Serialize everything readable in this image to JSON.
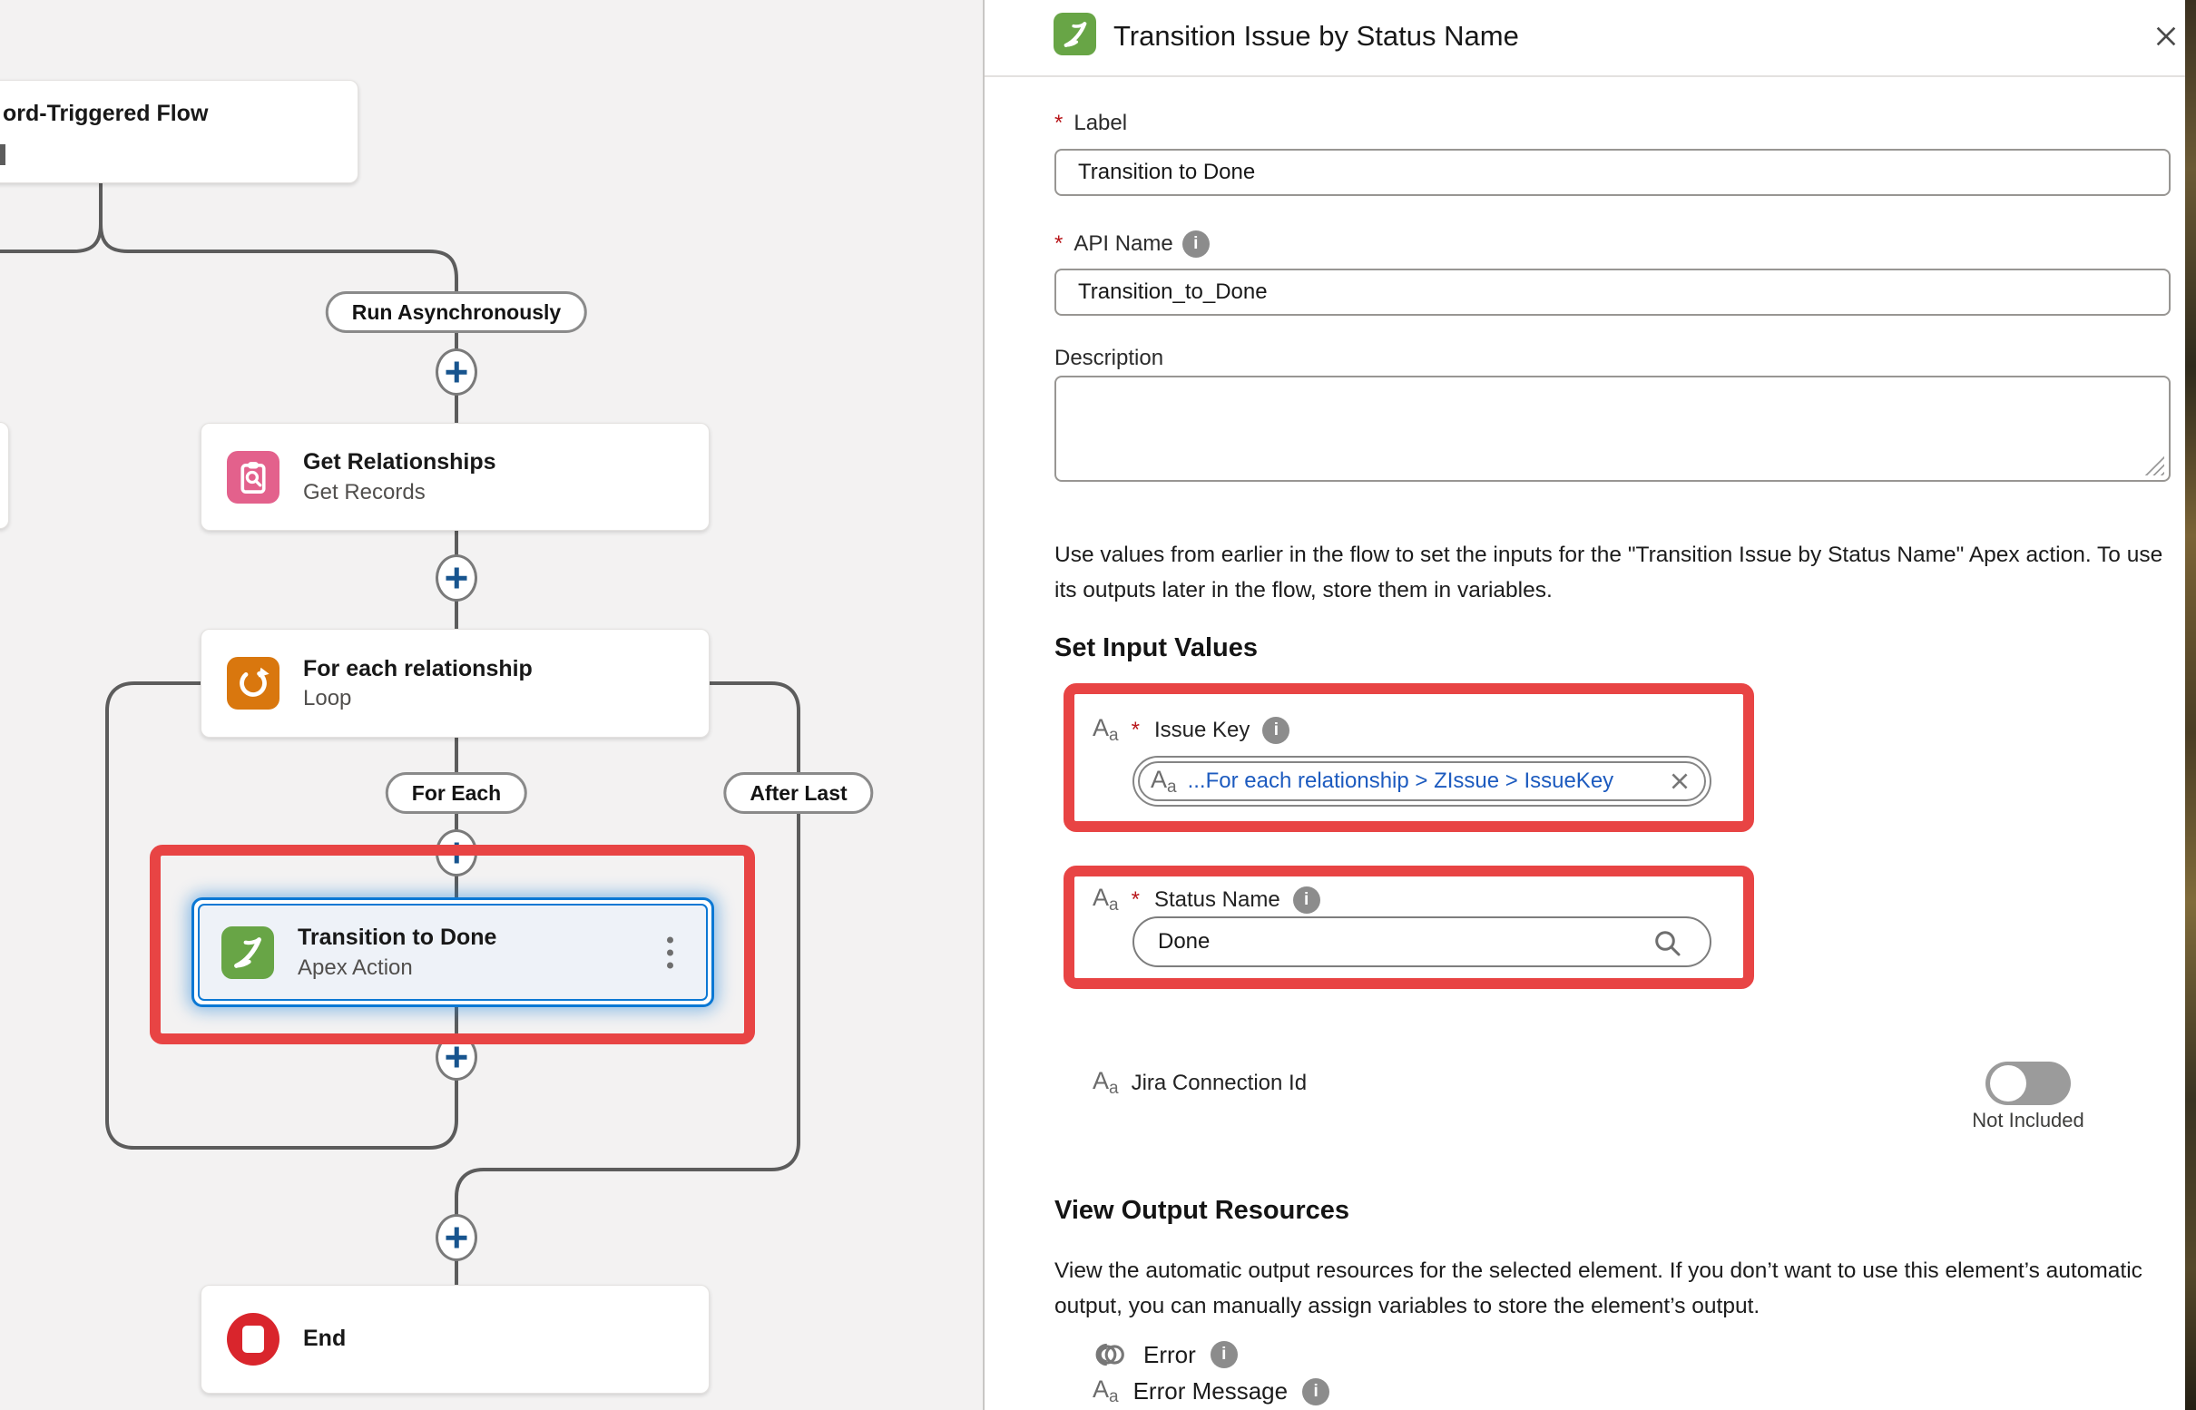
{
  "canvas": {
    "trigger_title": "ord-Triggered Flow",
    "badges": {
      "run_async": "Run Asynchronously",
      "for_each": "For Each",
      "after_last": "After Last"
    },
    "nodes": {
      "get_relationships": {
        "title": "Get Relationships",
        "subtitle": "Get Records"
      },
      "loop": {
        "title": "For each relationship",
        "subtitle": "Loop"
      },
      "apex": {
        "title": "Transition to Done",
        "subtitle": "Apex Action"
      },
      "end": {
        "title": "End"
      }
    }
  },
  "panel": {
    "title": "Transition Issue by Status Name",
    "required_marker": "*",
    "fields": {
      "label": {
        "label": "Label",
        "value": "Transition to Done"
      },
      "api_name": {
        "label": "API Name",
        "value": "Transition_to_Done"
      },
      "description": {
        "label": "Description",
        "value": ""
      }
    },
    "intro": "Use values from earlier in the flow to set the inputs for the \"Transition Issue by Status Name\" Apex action. To use its outputs later in the flow, store them in variables.",
    "set_input_values": {
      "heading": "Set Input Values",
      "issue_key": {
        "label": "Issue Key",
        "value": "...For each relationship > ZIssue > IssueKey"
      },
      "status_name": {
        "label": "Status Name",
        "value": "Done"
      },
      "jira_connection": {
        "label": "Jira Connection Id",
        "toggle_state": "Not Included"
      }
    },
    "output": {
      "heading": "View Output Resources",
      "description": "View the automatic output resources for the selected element. If you don’t want to use this element’s automatic output, you can manually assign variables to store the element’s output.",
      "rows": [
        {
          "label": "Error"
        },
        {
          "label": "Error Message"
        }
      ]
    }
  },
  "icons": {
    "type_A": "A",
    "type_a": "a"
  },
  "colors": {
    "annotation_red": "#e84444",
    "selection_blue": "#0b78d4",
    "reference_blue": "#1d5bbf",
    "apex_green": "#68a546",
    "loop_orange": "#d9770e",
    "record_pink": "#e3618c",
    "end_red": "#d9252c",
    "plus_blue": "#17548e",
    "connector_gray": "#5c5c5c"
  }
}
